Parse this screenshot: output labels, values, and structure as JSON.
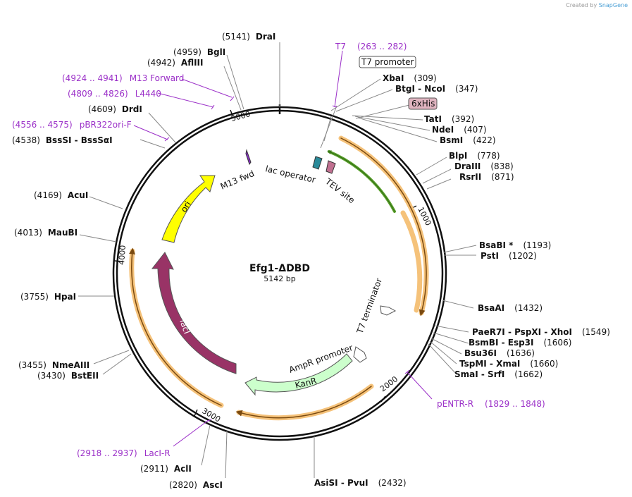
{
  "credit": {
    "prefix": "Created by",
    "brand": "SnapGene"
  },
  "plasmid": {
    "name": "Efg1-ΔDBD",
    "length_label": "5142 bp",
    "length": 5142
  },
  "ticks": [
    "1000",
    "2000",
    "3000",
    "4000",
    "5000"
  ],
  "sites": [
    {
      "id": "drai",
      "pos": "(5141)",
      "name": "DraI"
    },
    {
      "id": "bgli",
      "pos": "(4959)",
      "name": "BglI"
    },
    {
      "id": "aflii",
      "pos": "(4942)",
      "name": "AflIII"
    },
    {
      "id": "drdi",
      "pos": "(4609)",
      "name": "DrdI"
    },
    {
      "id": "bsssi",
      "pos": "(4538)",
      "name": "BssSI  -  BssSαI"
    },
    {
      "id": "acui",
      "pos": "(4169)",
      "name": "AcuI"
    },
    {
      "id": "maubi",
      "pos": "(4013)",
      "name": "MauBI"
    },
    {
      "id": "hpai",
      "pos": "(3755)",
      "name": "HpaI"
    },
    {
      "id": "nmeaiii",
      "pos": "(3455)",
      "name": "NmeAIII"
    },
    {
      "id": "bsteii",
      "pos": "(3430)",
      "name": "BstEII"
    },
    {
      "id": "acli",
      "pos": "(2911)",
      "name": "AclI"
    },
    {
      "id": "asci",
      "pos": "(2820)",
      "name": "AscI"
    },
    {
      "id": "asisi",
      "pos": "(2432)",
      "name": "AsiSI  -  PvuI"
    },
    {
      "id": "xbai",
      "pos": "(309)",
      "name": "XbaI"
    },
    {
      "id": "btgi",
      "pos": "(347)",
      "name": "BtgI  -  NcoI"
    },
    {
      "id": "tati",
      "pos": "(392)",
      "name": "TatI"
    },
    {
      "id": "ndei",
      "pos": "(407)",
      "name": "NdeI"
    },
    {
      "id": "bsmi",
      "pos": "(422)",
      "name": "BsmI"
    },
    {
      "id": "blpi",
      "pos": "(778)",
      "name": "BlpI"
    },
    {
      "id": "draiii",
      "pos": "(838)",
      "name": "DraIII"
    },
    {
      "id": "rsrii",
      "pos": "(871)",
      "name": "RsrII"
    },
    {
      "id": "bsabi",
      "pos": "(1193)",
      "name": "BsaBI *"
    },
    {
      "id": "psti",
      "pos": "(1202)",
      "name": "PstI"
    },
    {
      "id": "bsaai",
      "pos": "(1432)",
      "name": "BsaAI"
    },
    {
      "id": "paer7i",
      "pos": "(1549)",
      "name": "PaeR7I  -  PspXI  -  XhoI"
    },
    {
      "id": "bsmbi",
      "pos": "(1606)",
      "name": "BsmBI  -  Esp3I"
    },
    {
      "id": "bsu36i",
      "pos": "(1636)",
      "name": "Bsu36I"
    },
    {
      "id": "tspmi",
      "pos": "(1660)",
      "name": "TspMI  -  XmaI"
    },
    {
      "id": "smai",
      "pos": "(1662)",
      "name": "SmaI  -  SrfI"
    }
  ],
  "primers": [
    {
      "id": "t7",
      "name": "T7",
      "range": "(263 .. 282)"
    },
    {
      "id": "m13fwd",
      "name": "M13 Forward",
      "range": "(4924 .. 4941)"
    },
    {
      "id": "l4440",
      "name": "L4440",
      "range": "(4809 .. 4826)"
    },
    {
      "id": "pbr322",
      "name": "pBR322ori-F",
      "range": "(4556 .. 4575)"
    },
    {
      "id": "pentr",
      "name": "pENTR-R",
      "range": "(1829 .. 1848)"
    },
    {
      "id": "laci",
      "name": "LacI-R",
      "range": "(2918 .. 2937)"
    }
  ],
  "boxed_labels": {
    "t7_promoter": "T7 promoter",
    "his_tag": "6xHis"
  },
  "features": {
    "ori": "ori",
    "laci": "lacI",
    "kanr": "KanR",
    "ampr_promoter": "AmpR promoter",
    "m13_fwd": "M13 fwd",
    "lac_operator": "lac operator",
    "tev_site": "TEV site",
    "t7_terminator": "T7 terminator"
  },
  "colors": {
    "ori": "#ffff00",
    "laci": "#993366",
    "kanr": "#ccffcc",
    "orf_outline": "#f5c27a",
    "orf_arrow": "#7a4a10",
    "his_arc": "#5aa02c",
    "primer": "#9b30c8",
    "his_box": "#e0b4c0",
    "lac_operator": "#2a8a99",
    "tev_site": "#c07090"
  }
}
